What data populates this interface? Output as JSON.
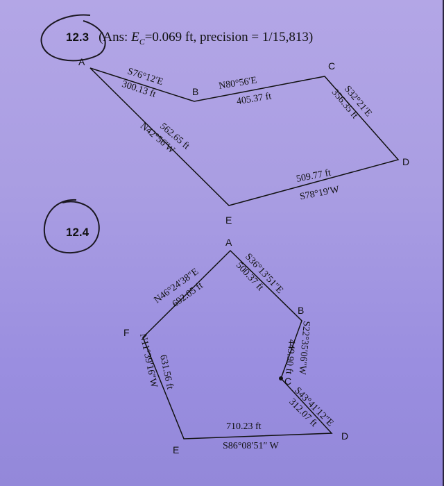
{
  "problem_12_3": {
    "number": "12.3",
    "answer_prefix": "(Ans: ",
    "ec_symbol": "E",
    "ec_sub": "C",
    "ec_value": "=0.069 ft, precision = 1/15,813)",
    "points": {
      "A": "A",
      "B": "B",
      "C": "C",
      "D": "D",
      "E": "E"
    },
    "courses": {
      "AB_bearing": "S76°12′E",
      "AB_length": "300.13 ft",
      "BC_bearing": "N80°56′E",
      "BC_length": "405.37 ft",
      "CD_bearing": "S32°21′E",
      "CD_length": "356.35 ft",
      "DE_length": "509.77 ft",
      "DE_bearing": "S78°19′W",
      "EA_length": "562.65 ft",
      "EA_bearing": "N42°56′W"
    }
  },
  "problem_12_4": {
    "number": "12.4",
    "points": {
      "A": "A",
      "B": "B",
      "C": "C",
      "D": "D",
      "E": "E",
      "F": "F"
    },
    "courses": {
      "AB_bearing": "S36°13′51″E",
      "AB_length": "500.37 ft",
      "BC_bearing": "S22°35′06″W",
      "BC_length": "449.90 ft",
      "CD_bearing": "S43°41′12″E",
      "CD_length": "312.07 ft",
      "DE_length": "710.23 ft",
      "DE_bearing": "S86°08′51″ W",
      "EF_length": "631.56 ft",
      "EF_bearing": "N11°39′16″W",
      "FA_bearing": "N46°24′38″E",
      "FA_length": "692.05 ft"
    }
  }
}
